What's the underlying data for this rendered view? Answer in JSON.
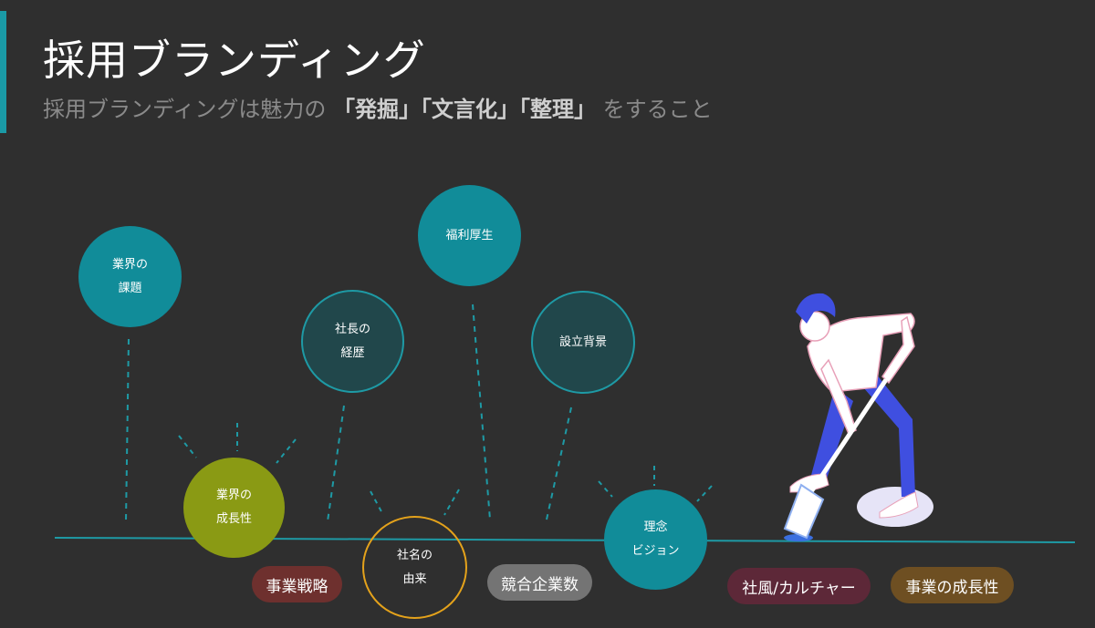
{
  "header": {
    "title": "採用ブランディング",
    "subtitle_prefix": "採用ブランディングは魅力の",
    "subtitle_emphasis": [
      "「発掘」",
      "「文言化」",
      "「整理」"
    ],
    "subtitle_suffix": "をすること"
  },
  "bubbles": [
    {
      "id": "industry-issues",
      "lines": [
        "業界の",
        "課題"
      ]
    },
    {
      "id": "ceo-career",
      "lines": [
        "社長の",
        "経歴"
      ]
    },
    {
      "id": "welfare",
      "lines": [
        "福利厚生"
      ]
    },
    {
      "id": "founding-background",
      "lines": [
        "設立背景"
      ]
    },
    {
      "id": "industry-growth",
      "lines": [
        "業界の",
        "成長性"
      ]
    },
    {
      "id": "company-name-origin",
      "lines": [
        "社名の",
        "由来"
      ]
    },
    {
      "id": "philosophy-vision",
      "lines": [
        "理念",
        "ビジョン"
      ]
    }
  ],
  "tags": [
    {
      "id": "business-strategy",
      "label": "事業戦略"
    },
    {
      "id": "competitors",
      "label": "競合企業数"
    },
    {
      "id": "culture",
      "label": "社風/カルチャー"
    },
    {
      "id": "business-growth",
      "label": "事業の成長性"
    }
  ],
  "colors": {
    "background": "#2f2f2f",
    "accent": "#1a9aa6",
    "teal_fill": "#118c99",
    "olive": "#8a9a14",
    "orange_ring": "#e4a21b"
  }
}
